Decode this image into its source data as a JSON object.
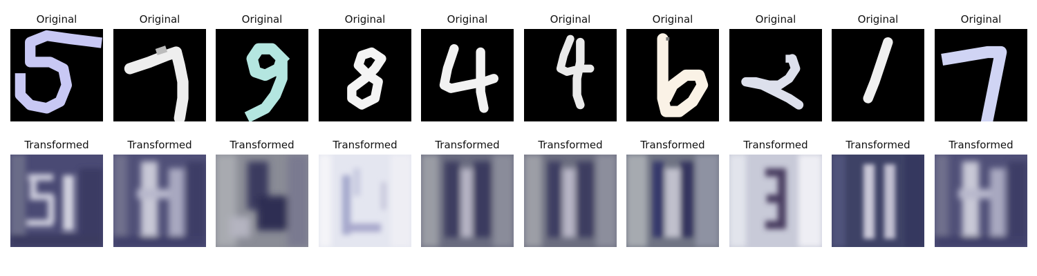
{
  "figure": {
    "rows": {
      "original": {
        "panel_title": "Original",
        "panels": [
          {
            "digit": "5",
            "stroke_color": "#c8c8f4"
          },
          {
            "digit": "7",
            "stroke_color": "#eeeeee"
          },
          {
            "digit": "9",
            "stroke_color": "#b4e6e0"
          },
          {
            "digit": "8",
            "stroke_color": "#f4f4f4"
          },
          {
            "digit": "4",
            "stroke_color": "#f2f2f2"
          },
          {
            "digit": "4",
            "stroke_color": "#eaeaea"
          },
          {
            "digit": "6",
            "stroke_color": "#faf2e6"
          },
          {
            "digit": "2",
            "stroke_color": "#dde0ec"
          },
          {
            "digit": "1",
            "stroke_color": "#f0f0f0"
          },
          {
            "digit": "7",
            "stroke_color": "#d0d4f4"
          }
        ]
      },
      "transformed": {
        "panel_title": "Transformed",
        "panels": [
          {
            "depicts": "blurry house number 51",
            "base_color": "#4a4a74",
            "highlight_color": "#c8c8d8"
          },
          {
            "depicts": "blurry house number",
            "base_color": "#505078",
            "highlight_color": "#c8c8d6"
          },
          {
            "depicts": "blurry house number",
            "base_color": "#8a8c96",
            "highlight_color": "#b4b4c0"
          },
          {
            "depicts": "light washed house number",
            "base_color": "#e4e6f0",
            "highlight_color": "#ffffff"
          },
          {
            "depicts": "blurry house number",
            "base_color": "#6a6c80",
            "highlight_color": "#b8b6c6"
          },
          {
            "depicts": "blurry house number",
            "base_color": "#6c6e80",
            "highlight_color": "#b8b6c6"
          },
          {
            "depicts": "blurry house number",
            "base_color": "#707484",
            "highlight_color": "#c0c0cc"
          },
          {
            "depicts": "light house number 3",
            "base_color": "#c8cad8",
            "highlight_color": "#eeeef4"
          },
          {
            "depicts": "blurry house number 11",
            "base_color": "#3e4266",
            "highlight_color": "#c8c6d6"
          },
          {
            "depicts": "blurry house number",
            "base_color": "#505078",
            "highlight_color": "#c8c8d6"
          }
        ]
      }
    }
  }
}
